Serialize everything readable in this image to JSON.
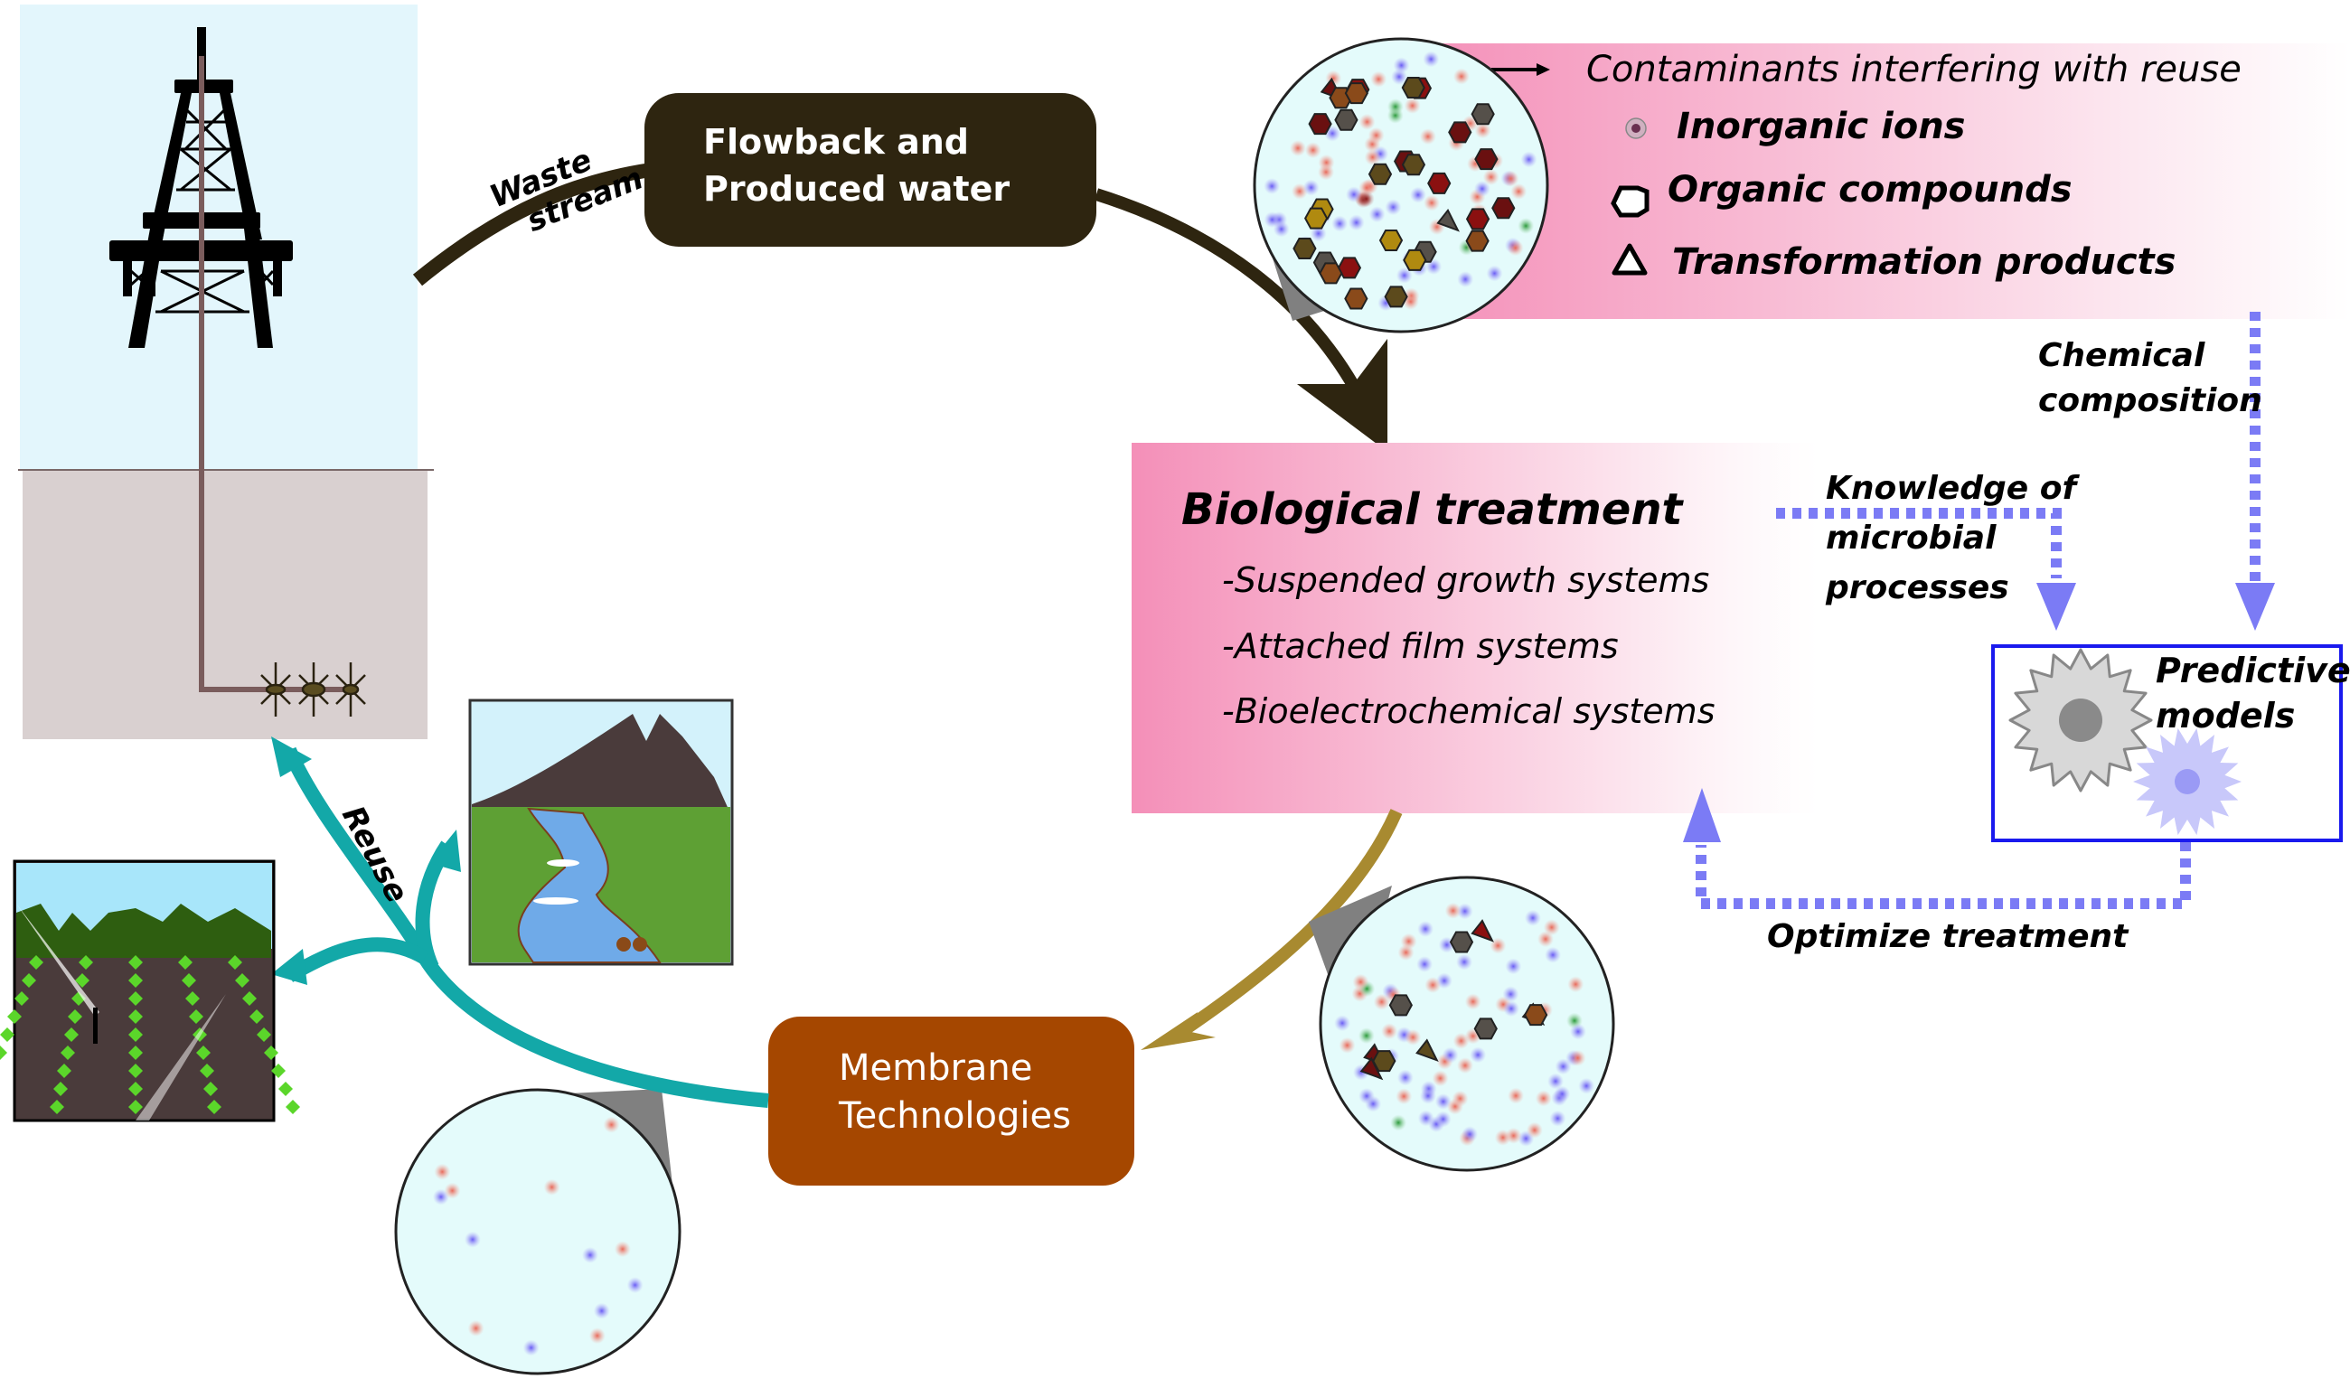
{
  "title": "Flowback and produced water treatment and reuse cycle",
  "colors": {
    "sky": "#e3f6fc",
    "ground": "#d9d0d0",
    "flowback_box": "#2e2510",
    "membrane_box": "#a54700",
    "bio_gradient_start": "#f48fb8",
    "bio_gradient_end": "#ffffff",
    "reuse_arrow": "#13a8a8",
    "bio_to_membrane_arrow": "#a88a30",
    "feedback_dotted": "#7b7bf5",
    "model_border": "#1a1aee"
  },
  "nodes": {
    "flowback": {
      "line1": "Flowback and",
      "line2": "Produced water"
    },
    "membrane": {
      "line1": "Membrane",
      "line2": "Technologies"
    },
    "biological": {
      "title": "Biological treatment",
      "items": [
        "-Suspended growth systems",
        "-Attached film systems",
        "-Bioelectrochemical systems"
      ]
    },
    "predictive": {
      "line1": "Predictive",
      "line2": "models"
    }
  },
  "contaminants": {
    "heading": "Contaminants interfering with reuse",
    "legend": [
      {
        "icon": "ion-dot-icon",
        "label": "Inorganic ions"
      },
      {
        "icon": "hexagon-icon",
        "label": "Organic compounds"
      },
      {
        "icon": "triangle-icon",
        "label": "Transformation products"
      }
    ]
  },
  "labels": {
    "waste_line1": "Waste",
    "waste_line2": "stream",
    "reuse": "Reuse",
    "chemical_line1": "Chemical",
    "chemical_line2": "composition",
    "knowledge_line1": "Knowledge of",
    "knowledge_line2": "microbial",
    "knowledge_line3": "processes",
    "optimize": "Optimize treatment"
  },
  "illustrations": [
    "oil-derrick",
    "mountain-river",
    "irrigated-field"
  ]
}
